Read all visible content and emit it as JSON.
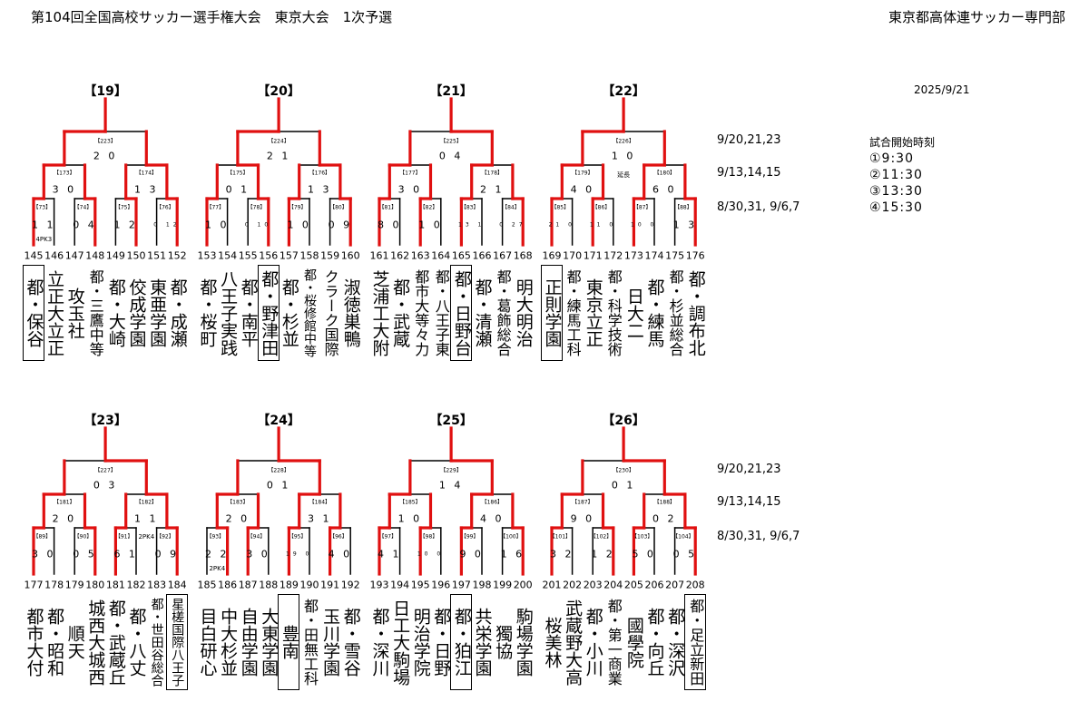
{
  "header": {
    "title": "第104回全国高校サッカー選手権大会　東京大会　1次予選",
    "org": "東京都高体連サッカー専門部",
    "date": "2025/9/21"
  },
  "rows": [
    {
      "dates": [
        "9/20,21,23",
        "9/13,14,15",
        "8/30,31, 9/6,7"
      ]
    },
    {
      "dates": [
        "9/20,21,23",
        "9/13,14,15",
        "8/30,31, 9/6,7"
      ]
    }
  ],
  "schedule": {
    "title": "試合開始時刻",
    "times": [
      "①9:30",
      "②11:30",
      "③13:30",
      "④15:30"
    ]
  },
  "colors": {
    "advance": "#e01010",
    "line": "#000000"
  },
  "blocks": [
    {
      "label": "【19】",
      "teams": [
        {
          "no": "145",
          "name": "都・保谷"
        },
        {
          "no": "146",
          "name": "立正大立正"
        },
        {
          "no": "147",
          "name": "攻玉社"
        },
        {
          "no": "148",
          "name": "都・三鷹中等"
        },
        {
          "no": "149",
          "name": "都・大崎"
        },
        {
          "no": "150",
          "name": "佼成学園"
        },
        {
          "no": "151",
          "name": "東亜学園"
        },
        {
          "no": "152",
          "name": "都・成瀬"
        }
      ],
      "r1": [
        {
          "id": "【73】",
          "score": "1 1",
          "winner": 0,
          "note": "4PK3"
        },
        {
          "id": "【74】",
          "score": "0 4",
          "winner": 1
        },
        {
          "id": "【75】",
          "score": "1 2",
          "winner": 1
        },
        {
          "id": "【76】",
          "score": "0 12",
          "winner": 1
        }
      ],
      "r2": [
        {
          "id": "【173】",
          "score": "3 0",
          "winner": 0
        },
        {
          "id": "【174】",
          "score": "1 3",
          "winner": 1
        }
      ],
      "final": {
        "id": "【223】",
        "score": "2 0",
        "winner": 0
      }
    },
    {
      "label": "【20】",
      "teams": [
        {
          "no": "153",
          "name": "都・桜町"
        },
        {
          "no": "154",
          "name": "八王子実践"
        },
        {
          "no": "155",
          "name": "都・南平"
        },
        {
          "no": "156",
          "name": "都・野津田"
        },
        {
          "no": "157",
          "name": "都・杉並"
        },
        {
          "no": "158",
          "name": "都・桜修館中等"
        },
        {
          "no": "159",
          "name": "クラーク国際"
        },
        {
          "no": "160",
          "name": "淑徳巣鴨"
        }
      ],
      "r1": [
        {
          "id": "【77】",
          "score": "1 0",
          "winner": 0
        },
        {
          "id": "【78】",
          "score": "0 10",
          "winner": 1
        },
        {
          "id": "【79】",
          "score": "1 0",
          "winner": 0
        },
        {
          "id": "【80】",
          "score": "0 9",
          "winner": 1
        }
      ],
      "r2": [
        {
          "id": "【175】",
          "score": "0 1",
          "winner": 1
        },
        {
          "id": "【176】",
          "score": "1 3",
          "winner": 1
        }
      ],
      "final": {
        "id": "【224】",
        "score": "2 1",
        "winner": 0
      }
    },
    {
      "label": "【21】",
      "teams": [
        {
          "no": "161",
          "name": "芝浦工大附"
        },
        {
          "no": "162",
          "name": "都・武蔵"
        },
        {
          "no": "163",
          "name": "都市大等々力"
        },
        {
          "no": "164",
          "name": "都・八王子東"
        },
        {
          "no": "165",
          "name": "都・日野台"
        },
        {
          "no": "166",
          "name": "都・清瀬"
        },
        {
          "no": "167",
          "name": "都・葛飾総合"
        },
        {
          "no": "168",
          "name": "明大明治"
        }
      ],
      "r1": [
        {
          "id": "【81】",
          "score": "8 0",
          "winner": 0
        },
        {
          "id": "【82】",
          "score": "1 0",
          "winner": 0
        },
        {
          "id": "【83】",
          "score": "13 1",
          "winner": 0
        },
        {
          "id": "【84】",
          "score": "0 27",
          "winner": 1
        }
      ],
      "r2": [
        {
          "id": "【177】",
          "score": "3 0",
          "winner": 0
        },
        {
          "id": "【178】",
          "score": "2 1",
          "winner": 0
        }
      ],
      "final": {
        "id": "【225】",
        "score": "0 4",
        "winner": 1
      }
    },
    {
      "label": "【22】",
      "teams": [
        {
          "no": "169",
          "name": "正則学園"
        },
        {
          "no": "170",
          "name": "都・練馬工科"
        },
        {
          "no": "171",
          "name": "東京立正"
        },
        {
          "no": "172",
          "name": "都・科学技術"
        },
        {
          "no": "173",
          "name": "日大二"
        },
        {
          "no": "174",
          "name": "都・練馬"
        },
        {
          "no": "175",
          "name": "都・杉並総合"
        },
        {
          "no": "176",
          "name": "都・調布北"
        }
      ],
      "r1": [
        {
          "id": "【85】",
          "score": "21 0",
          "winner": 0
        },
        {
          "id": "【86】",
          "score": "11 0",
          "winner": 0
        },
        {
          "id": "【87】",
          "score": "10 0",
          "winner": 0
        },
        {
          "id": "【88】",
          "score": "1 3",
          "winner": 1
        }
      ],
      "r2": [
        {
          "id": "【179】",
          "score": "4 0",
          "winner": 0
        },
        {
          "id": "【180】",
          "score": "6 0",
          "winner": 0
        }
      ],
      "final": {
        "id": "【226】",
        "score": "1 0",
        "winner": 0,
        "note": "延長"
      }
    },
    {
      "label": "【23】",
      "teams": [
        {
          "no": "177",
          "name": "都市大付"
        },
        {
          "no": "178",
          "name": "都・昭和"
        },
        {
          "no": "179",
          "name": "順天"
        },
        {
          "no": "180",
          "name": "城西大城西"
        },
        {
          "no": "181",
          "name": "都・武蔵丘"
        },
        {
          "no": "182",
          "name": "都・八丈"
        },
        {
          "no": "183",
          "name": "都・世田谷総合"
        },
        {
          "no": "184",
          "name": "星槎国際八王子"
        }
      ],
      "r1": [
        {
          "id": "【89】",
          "score": "3 0",
          "winner": 0
        },
        {
          "id": "【90】",
          "score": "0 5",
          "winner": 1
        },
        {
          "id": "【91】",
          "score": "6 1",
          "winner": 0
        },
        {
          "id": "【92】",
          "score": "0 9",
          "winner": 1
        }
      ],
      "r2": [
        {
          "id": "【181】",
          "score": "2 0",
          "winner": 0
        },
        {
          "id": "【182】",
          "score": "1 1",
          "winner": 1,
          "note": "2PK4"
        }
      ],
      "final": {
        "id": "【227】",
        "score": "0 3",
        "winner": 1
      }
    },
    {
      "label": "【24】",
      "teams": [
        {
          "no": "185",
          "name": "目白研心"
        },
        {
          "no": "186",
          "name": "中大杉並"
        },
        {
          "no": "187",
          "name": "自由学園"
        },
        {
          "no": "188",
          "name": "大東学園"
        },
        {
          "no": "189",
          "name": "豊南"
        },
        {
          "no": "190",
          "name": "都・田無工科"
        },
        {
          "no": "191",
          "name": "玉川学園"
        },
        {
          "no": "192",
          "name": "都・雪谷"
        }
      ],
      "r1": [
        {
          "id": "【93】",
          "score": "2 2",
          "winner": 1,
          "note": "2PK4"
        },
        {
          "id": "【94】",
          "score": "3 0",
          "winner": 0
        },
        {
          "id": "【95】",
          "score": "19 0",
          "winner": 0
        },
        {
          "id": "【96】",
          "score": "4 0",
          "winner": 0
        }
      ],
      "r2": [
        {
          "id": "【183】",
          "score": "2 0",
          "winner": 0
        },
        {
          "id": "【184】",
          "score": "3 1",
          "winner": 0
        }
      ],
      "final": {
        "id": "【228】",
        "score": "0 1",
        "winner": 1
      }
    },
    {
      "label": "【25】",
      "teams": [
        {
          "no": "193",
          "name": "都・深川"
        },
        {
          "no": "194",
          "name": "日工大駒場"
        },
        {
          "no": "195",
          "name": "明治学院"
        },
        {
          "no": "196",
          "name": "都・日野"
        },
        {
          "no": "197",
          "name": "都・狛江"
        },
        {
          "no": "198",
          "name": "共栄学園"
        },
        {
          "no": "199",
          "name": "獨協"
        },
        {
          "no": "200",
          "name": "駒場学園"
        }
      ],
      "r1": [
        {
          "id": "【97】",
          "score": "4 1",
          "winner": 0
        },
        {
          "id": "【98】",
          "score": "10 0",
          "winner": 0
        },
        {
          "id": "【99】",
          "score": "9 0",
          "winner": 0
        },
        {
          "id": "【100】",
          "score": "1 6",
          "winner": 1
        }
      ],
      "r2": [
        {
          "id": "【185】",
          "score": "1 0",
          "winner": 0
        },
        {
          "id": "【186】",
          "score": "4 0",
          "winner": 0
        }
      ],
      "final": {
        "id": "【229】",
        "score": "1 4",
        "winner": 1
      }
    },
    {
      "label": "【26】",
      "teams": [
        {
          "no": "201",
          "name": "桜美林"
        },
        {
          "no": "202",
          "name": "武蔵野大高"
        },
        {
          "no": "203",
          "name": "都・小川"
        },
        {
          "no": "204",
          "name": "都・第一商業"
        },
        {
          "no": "205",
          "name": "國學院"
        },
        {
          "no": "206",
          "name": "都・向丘"
        },
        {
          "no": "207",
          "name": "都・深沢"
        },
        {
          "no": "208",
          "name": "都・足立新田"
        }
      ],
      "r1": [
        {
          "id": "【101】",
          "score": "3 2",
          "winner": 0
        },
        {
          "id": "【102】",
          "score": "1 2",
          "winner": 1
        },
        {
          "id": "【103】",
          "score": "5 0",
          "winner": 0
        },
        {
          "id": "【104】",
          "score": "0 5",
          "winner": 1
        }
      ],
      "r2": [
        {
          "id": "【187】",
          "score": "9 0",
          "winner": 0
        },
        {
          "id": "【188】",
          "score": "0 2",
          "winner": 1
        }
      ],
      "final": {
        "id": "【230】",
        "score": "0 1",
        "winner": 1
      }
    }
  ]
}
